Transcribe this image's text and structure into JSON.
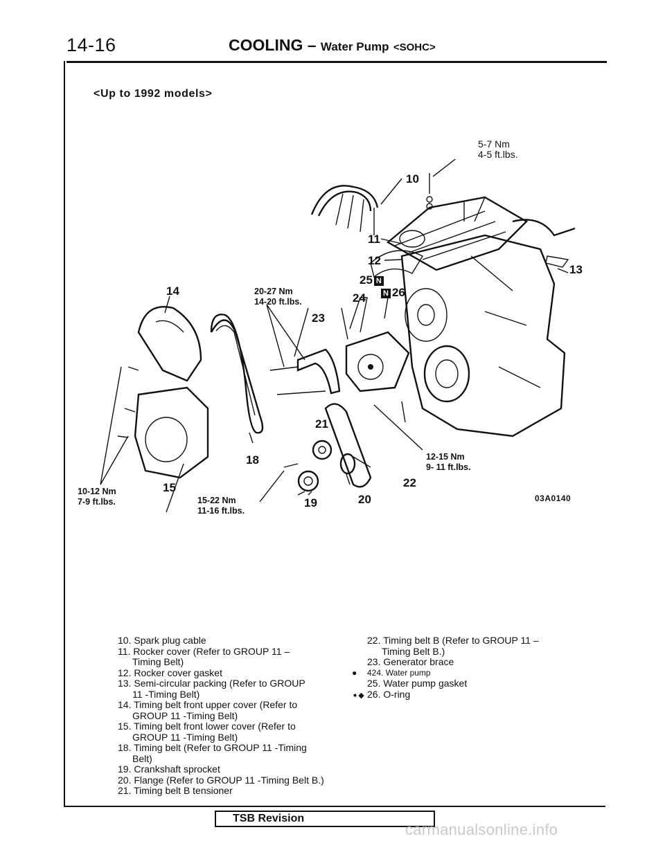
{
  "header": {
    "page_number": "14-16",
    "section": "COOLING",
    "dash": "–",
    "subsection": "Water Pump",
    "variant": "<SOHC>"
  },
  "models_note": "<Up to 1992 models>",
  "diagram": {
    "code": "03A0140",
    "callouts": {
      "c10": "10",
      "c11": "11",
      "c12": "12",
      "c13": "13",
      "c14": "14",
      "c15": "15",
      "c18": "18",
      "c19": "19",
      "c20": "20",
      "c21": "21",
      "c22": "22",
      "c23": "23",
      "c24": "24",
      "c25": "25",
      "c26": "26"
    },
    "torques": {
      "t1_nm": "5-7 Nm",
      "t1_ft": "4-5 ft.lbs.",
      "t2_nm": "20-27 Nm",
      "t2_ft": "14-20 ft.lbs.",
      "t3_nm": "12-15 Nm",
      "t3_ft": "9- 11 ft.lbs.",
      "t4_nm": "10-12 Nm",
      "t4_ft": "7-9 ft.lbs.",
      "t5_nm": "15-22 Nm",
      "t5_ft": "11-16 ft.lbs."
    },
    "symbol_n": "N"
  },
  "legend_left": [
    {
      "line1": "10. Spark plug cable",
      "line2": ""
    },
    {
      "line1": "11. Rocker cover (Refer to GROUP 11 –",
      "line2": "Timing Belt)"
    },
    {
      "line1": "12. Rocker cover gasket",
      "line2": ""
    },
    {
      "line1": "13. Semi-circular packing (Refer to GROUP",
      "line2": "11 -Timing Belt)"
    },
    {
      "line1": "14. Timing belt front upper cover (Refer to",
      "line2": "GROUP 11 -Timing Belt)"
    },
    {
      "line1": "15. Timing belt front lower cover (Refer to",
      "line2": "GROUP 11 -Timing Belt)"
    },
    {
      "line1": "18. Timing belt (Refer to GROUP 11 -Timing",
      "line2": "Belt)"
    },
    {
      "line1": "19. Crankshaft sprocket",
      "line2": ""
    },
    {
      "line1": "20. Flange (Refer to GROUP 11 -Timing Belt B.)",
      "line2": ""
    },
    {
      "line1": "21. Timing belt B tensioner",
      "line2": ""
    }
  ],
  "legend_right": [
    {
      "prefix": "",
      "line1": "22. Timing belt B (Refer to GROUP 11 –",
      "line2": "Timing Belt B.)"
    },
    {
      "prefix": "",
      "line1": "23. Generator brace",
      "line2": ""
    },
    {
      "prefix": "●",
      "line1": "424. Water pump",
      "line2": ""
    },
    {
      "prefix": "",
      "line1": "25. Water pump gasket",
      "line2": ""
    },
    {
      "prefix": "➧◆",
      "line1": "26. O-ring",
      "line2": ""
    }
  ],
  "footer": {
    "tsb": "TSB Revision",
    "watermark": "carmanualsonline.info"
  }
}
